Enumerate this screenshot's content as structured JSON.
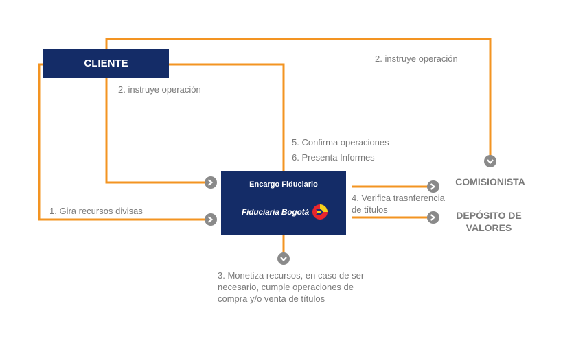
{
  "boxes": {
    "cliente": "CLIENTE",
    "encargo_title": "Encargo Fiduciario",
    "logo_text": "Fiduciaria Bogotá"
  },
  "nodes": {
    "comisionista": "COMISIONISTA",
    "deposito_line1": "DEPÓSITO DE",
    "deposito_line2": "VALORES"
  },
  "labels": {
    "instruye_top": "2. instruye operación",
    "instruye_left": "2. instruye operación",
    "confirma": "5. Confirma operaciones",
    "presenta": "6. Presenta Informes",
    "gira": "1. Gira recursos divisas",
    "verifica_line1": "4. Verifica trasnferencia",
    "verifica_line2": "de títulos",
    "monetiza_line1": "3. Monetiza recursos, en caso de ser",
    "monetiza_line2": "necesario, cumple operaciones de",
    "monetiza_line3": "compra y/o venta de títulos"
  },
  "colors": {
    "box": "#142c67",
    "arrow": "#f39422",
    "text": "#7a7a7a",
    "marker": "#8a8a8a"
  },
  "icons": [
    "chevron-marker-icon",
    "fiduciaria-logo-icon"
  ]
}
